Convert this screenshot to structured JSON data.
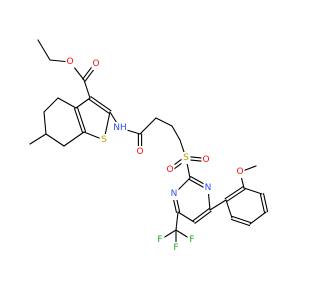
{
  "figure": {
    "kind": "chemical-structure",
    "background": "#ffffff"
  },
  "element_colors": {
    "O": "#ff0d0d",
    "N": "#3050f8",
    "S": "#b2a100",
    "F": "#1fa81f",
    "C": "#000000"
  },
  "atom_labels": [
    {
      "id": "o-ester-carbonyl",
      "text": "O",
      "element": "O"
    },
    {
      "id": "o-ester-ether",
      "text": "O",
      "element": "O"
    },
    {
      "id": "n-amide",
      "text": "NH",
      "element": "N"
    },
    {
      "id": "s-thiophene",
      "text": "S",
      "element": "S"
    },
    {
      "id": "o-amide",
      "text": "O",
      "element": "O"
    },
    {
      "id": "s-sulfonyl",
      "text": "S",
      "element": "S"
    },
    {
      "id": "o-sulfonyl-1",
      "text": "O",
      "element": "O"
    },
    {
      "id": "o-sulfonyl-2",
      "text": "O",
      "element": "O"
    },
    {
      "id": "n-pyrimidine-1",
      "text": "N",
      "element": "N"
    },
    {
      "id": "n-pyrimidine-2",
      "text": "N",
      "element": "N"
    },
    {
      "id": "o-methoxy",
      "text": "O",
      "element": "O"
    },
    {
      "id": "f-1",
      "text": "F",
      "element": "F"
    },
    {
      "id": "f-2",
      "text": "F",
      "element": "F"
    },
    {
      "id": "f-3",
      "text": "F",
      "element": "F"
    }
  ]
}
